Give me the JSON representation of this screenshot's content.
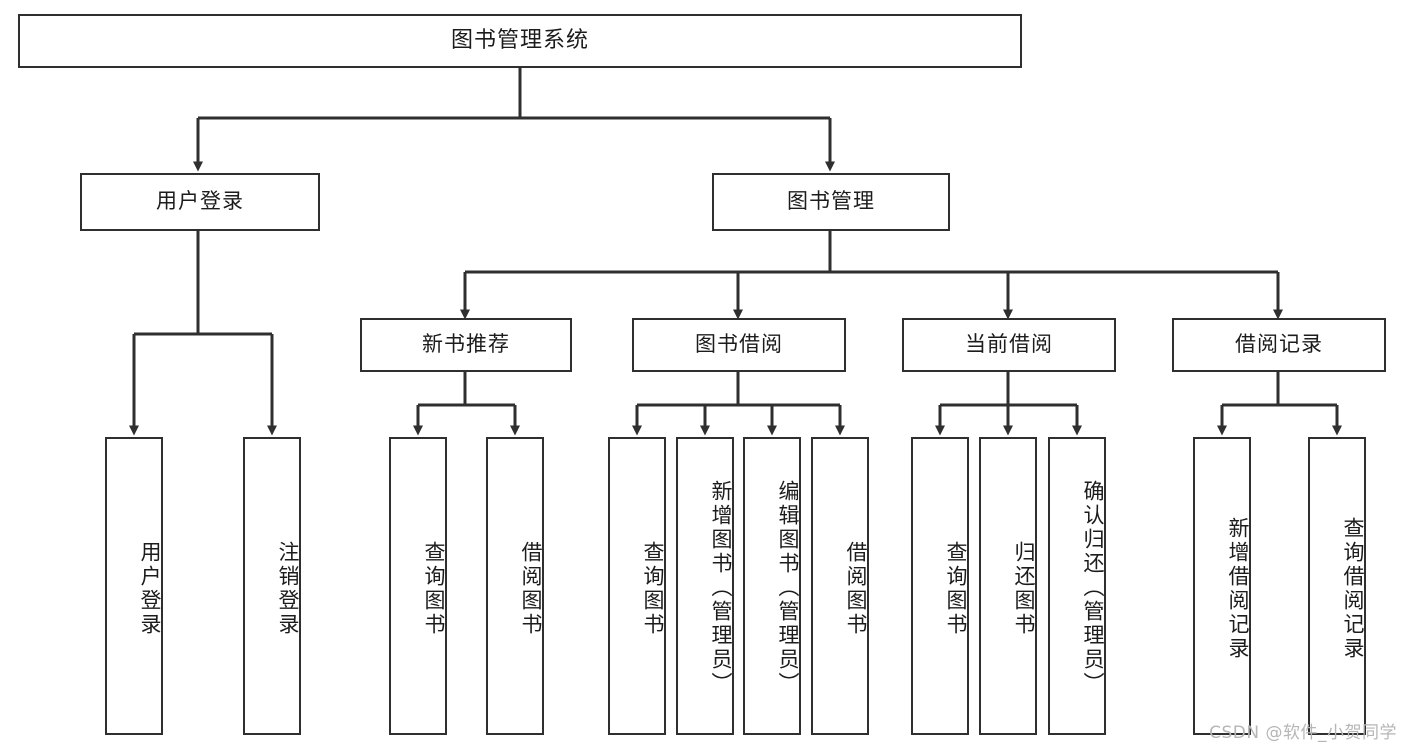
{
  "diagram": {
    "title": "图书管理系统",
    "type": "tree-hierarchy",
    "colors": {
      "background": "#ffffff",
      "line": "#2f2f2f",
      "box_border": "#2f2f2f",
      "box_fill": "#ffffff",
      "text": "#1c1c1c",
      "watermark": "#b6b6b6"
    },
    "watermark": "CSDN @软件_小贺同学",
    "levels": {
      "root": {
        "label": "图书管理系统"
      },
      "level2": [
        {
          "id": "user-login",
          "label": "用户登录"
        },
        {
          "id": "book-manage",
          "label": "图书管理"
        }
      ],
      "level3": [
        {
          "id": "new-book-rec",
          "label": "新书推荐"
        },
        {
          "id": "book-borrow",
          "label": "图书借阅"
        },
        {
          "id": "current-borrow",
          "label": "当前借阅"
        },
        {
          "id": "borrow-record",
          "label": "借阅记录"
        }
      ],
      "leaves": {
        "user-login": [
          {
            "id": "leaf-user-login",
            "label": "用户登录"
          },
          {
            "id": "leaf-logout-login",
            "label": "注销登录"
          }
        ],
        "new-book-rec": [
          {
            "id": "leaf-query-book-1",
            "label": "查询图书"
          },
          {
            "id": "leaf-borrow-book-1",
            "label": "借阅图书"
          }
        ],
        "book-borrow": [
          {
            "id": "leaf-query-book-2",
            "label": "查询图书"
          },
          {
            "id": "leaf-add-book",
            "label": "新增图书（管理员）"
          },
          {
            "id": "leaf-edit-book",
            "label": "编辑图书（管理员）"
          },
          {
            "id": "leaf-borrow-book-2",
            "label": "借阅图书"
          }
        ],
        "current-borrow": [
          {
            "id": "leaf-query-book-3",
            "label": "查询图书"
          },
          {
            "id": "leaf-return-book",
            "label": "归还图书"
          },
          {
            "id": "leaf-confirm-return",
            "label": "确认归还（管理员）"
          }
        ],
        "borrow-record": [
          {
            "id": "leaf-add-record",
            "label": "新增借阅记录"
          },
          {
            "id": "leaf-query-record",
            "label": "查询借阅记录"
          }
        ]
      }
    }
  }
}
